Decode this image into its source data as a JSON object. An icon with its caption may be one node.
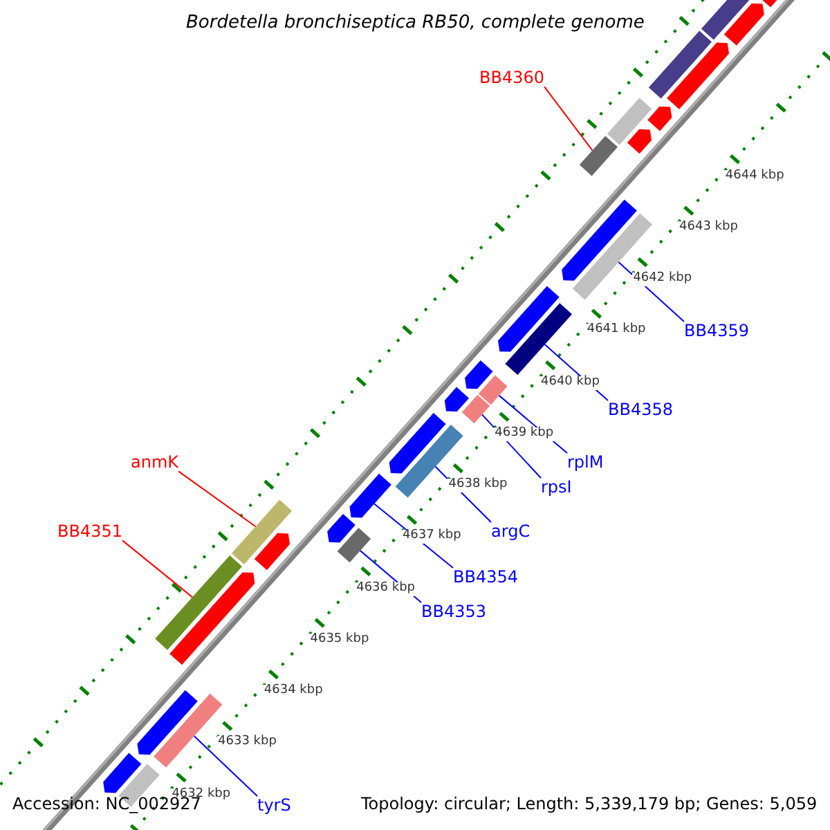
{
  "diagram": {
    "title": "Bordetella bronchiseptica RB50, complete genome",
    "nodes": [
      {
        "text": [
          "BB4360"
        ]
      },
      {
        "text": [
          "BB4359"
        ]
      },
      {
        "text": [
          "BB4358"
        ]
      },
      {
        "text": [
          "rplM"
        ]
      },
      {
        "text": [
          "rpsI"
        ]
      },
      {
        "text": [
          "argC"
        ]
      },
      {
        "text": [
          "BB4354"
        ]
      },
      {
        "text": [
          "BB4353"
        ]
      },
      {
        "text": [
          "anmK"
        ]
      },
      {
        "text": [
          "BB4351"
        ]
      },
      {
        "text": [
          "tyrS"
        ]
      },
      {
        "text": [],
        "shape": "bar"
      },
      {
        "text": [],
        "shape": "bar"
      },
      {
        "text": [],
        "shape": "bar"
      },
      {
        "text": [],
        "shape": "bar"
      },
      {
        "text": [],
        "shape": "bar"
      },
      {
        "text": [],
        "shape": "bar"
      },
      {
        "text": [],
        "shape": "bar"
      },
      {
        "text": [],
        "shape": "bar"
      },
      {
        "text": [],
        "shape": "bar"
      },
      {
        "text": [],
        "shape": "bar"
      },
      {
        "text": [],
        "shape": "bar"
      },
      {
        "text": [],
        "shape": "bar"
      },
      {
        "text": [],
        "shape": "bar"
      },
      {
        "text": [],
        "shape": "bar"
      },
      {
        "text": [],
        "shape": "bar"
      },
      {
        "text": [],
        "shape": "bar"
      },
      {
        "text": [],
        "shape": "bar"
      },
      {
        "text": [],
        "shape": "bar"
      },
      {
        "text": [],
        "shape": "bar"
      },
      {
        "text": [],
        "shape": "bar"
      },
      {
        "text": [],
        "shape": "bar"
      },
      {
        "text": [],
        "shape": "bar"
      },
      {
        "text": [],
        "shape": "bar"
      },
      {
        "text": [],
        "shape": "bar"
      },
      {
        "text": [],
        "shape": "bar"
      },
      {
        "text": [],
        "shape": "bar"
      },
      {
        "text": [],
        "shape": "bar"
      },
      {
        "text": [],
        "shape": "bar"
      },
      {
        "text": [],
        "shape": "bar"
      },
      {
        "text": [],
        "shape": "bar"
      }
    ],
    "edges": [
      {
        "from": 0,
        "to": 11,
        "arrow": "none",
        "color": "#ff0000"
      },
      {
        "from": 1,
        "to": 12,
        "arrow": "none"
      },
      {
        "from": 2,
        "to": 13,
        "arrow": "none"
      },
      {
        "from": 3,
        "to": 14,
        "arrow": "none"
      },
      {
        "from": 4,
        "to": 15,
        "arrow": "none"
      },
      {
        "from": 5,
        "to": 16,
        "arrow": "none"
      },
      {
        "from": 6,
        "to": 17,
        "arrow": "none"
      },
      {
        "from": 7,
        "to": 18,
        "arrow": "none"
      },
      {
        "from": 8,
        "to": 19,
        "arrow": "none",
        "color": "#ff0000"
      },
      {
        "from": 9,
        "to": 20,
        "arrow": "none",
        "color": "#ff0000"
      },
      {
        "from": 10,
        "to": 21,
        "arrow": "none"
      }
    ],
    "labels": [
      "4644 kbp",
      "4643 kbp",
      "4642 kbp",
      "4641 kbp",
      "4640 kbp",
      "4639 kbp",
      "4638 kbp",
      "4637 kbp",
      "4636 kbp",
      "4635 kbp",
      "4634 kbp",
      "4633 kbp",
      "4632 kbp",
      "Accession: NC_002927",
      "Topology: circular; Length: 5,339,179 bp; Genes: 5,059"
    ]
  }
}
